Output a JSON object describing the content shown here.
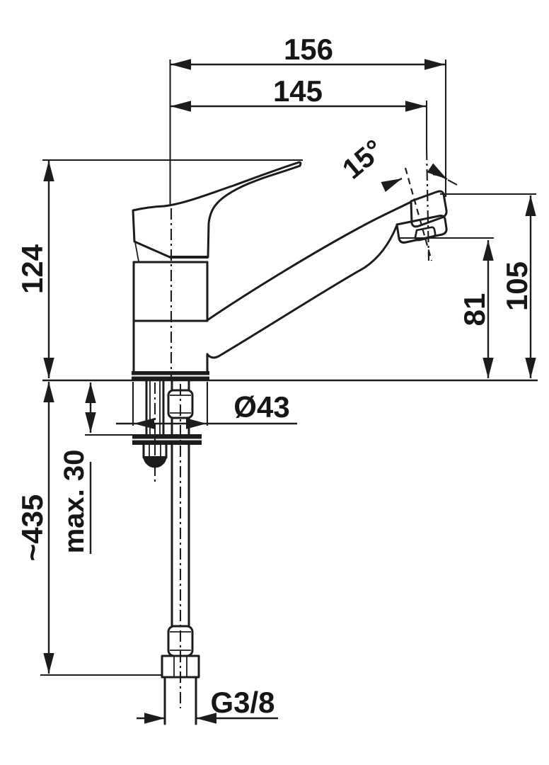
{
  "drawing": {
    "background": "#ffffff",
    "line_color": "#1c1c1c",
    "dims": {
      "overall_width": "156",
      "spout_reach": "145",
      "spout_angle": "15°",
      "body_height": "124",
      "spout_height": "105",
      "aerator_height": "81",
      "base_diameter": "Ø43",
      "max_deck_thickness": "max. 30",
      "hose_length": "~435",
      "thread": "G3/8"
    }
  }
}
